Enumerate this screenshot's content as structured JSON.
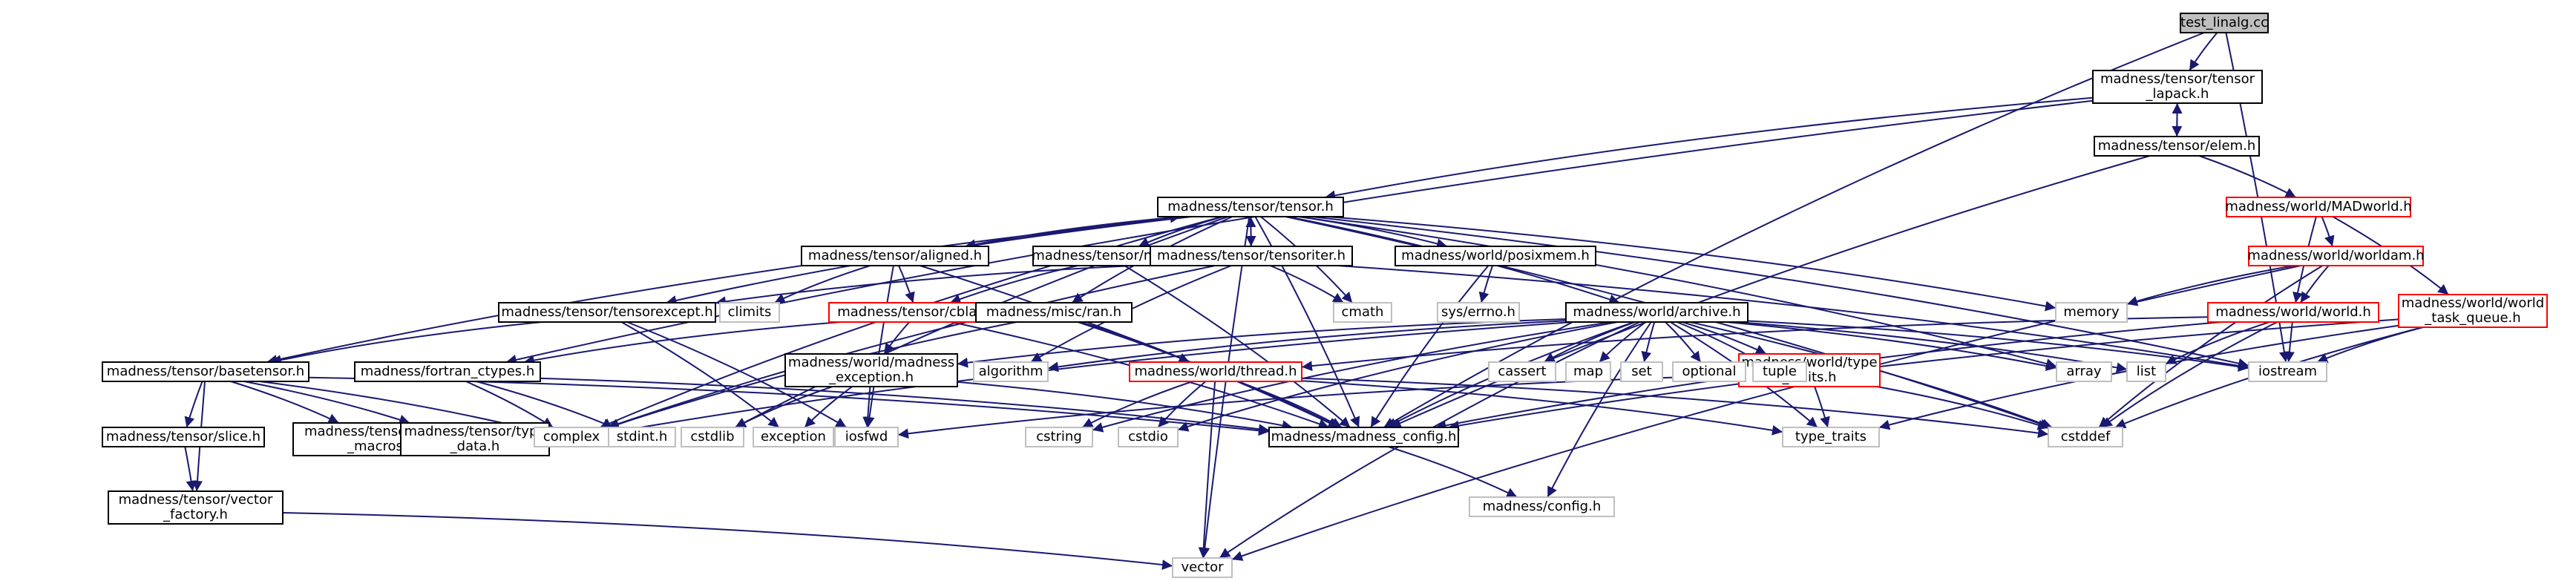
{
  "diagram": {
    "nodes": [
      {
        "id": "root",
        "lines": [
          "test_linalg.cc"
        ],
        "style": "root"
      },
      {
        "id": "tensor_lapack",
        "lines": [
          "madness/tensor/tensor",
          "_lapack.h"
        ],
        "style": "normal"
      },
      {
        "id": "elem",
        "lines": [
          "madness/tensor/elem.h"
        ],
        "style": "normal"
      },
      {
        "id": "tensor",
        "lines": [
          "madness/tensor/tensor.h"
        ],
        "style": "normal"
      },
      {
        "id": "madworld",
        "lines": [
          "madness/world/MADworld.h"
        ],
        "style": "red"
      },
      {
        "id": "worldam",
        "lines": [
          "madness/world/worldam.h"
        ],
        "style": "red"
      },
      {
        "id": "world",
        "lines": [
          "madness/world/world.h"
        ],
        "style": "red"
      },
      {
        "id": "worldtask",
        "lines": [
          "madness/world/world",
          "_task_queue.h"
        ],
        "style": "red"
      },
      {
        "id": "aligned",
        "lines": [
          "madness/tensor/aligned.h"
        ],
        "style": "normal"
      },
      {
        "id": "mxm",
        "lines": [
          "madness/tensor/mxm.h"
        ],
        "style": "normal"
      },
      {
        "id": "tensoriter",
        "lines": [
          "madness/tensor/tensoriter.h"
        ],
        "style": "normal"
      },
      {
        "id": "posixmem",
        "lines": [
          "madness/world/posixmem.h"
        ],
        "style": "normal"
      },
      {
        "id": "tensorexcept",
        "lines": [
          "madness/tensor/tensorexcept.h"
        ],
        "style": "normal"
      },
      {
        "id": "cblas",
        "lines": [
          "madness/tensor/cblas.h"
        ],
        "style": "red"
      },
      {
        "id": "ran",
        "lines": [
          "madness/misc/ran.h"
        ],
        "style": "normal"
      },
      {
        "id": "archive",
        "lines": [
          "madness/world/archive.h"
        ],
        "style": "normal"
      },
      {
        "id": "basetensor",
        "lines": [
          "madness/tensor/basetensor.h"
        ],
        "style": "normal"
      },
      {
        "id": "fortran",
        "lines": [
          "madness/fortran_ctypes.h"
        ],
        "style": "normal"
      },
      {
        "id": "mexception",
        "lines": [
          "madness/world/madness",
          "_exception.h"
        ],
        "style": "normal"
      },
      {
        "id": "thread",
        "lines": [
          "madness/world/thread.h"
        ],
        "style": "red"
      },
      {
        "id": "typetraits_h",
        "lines": [
          "madness/world/type",
          "_traits.h"
        ],
        "style": "red"
      },
      {
        "id": "slice",
        "lines": [
          "madness/tensor/slice.h"
        ],
        "style": "normal"
      },
      {
        "id": "tmacros",
        "lines": [
          "madness/tensor/tensor",
          "_macros.h"
        ],
        "style": "normal"
      },
      {
        "id": "typedata",
        "lines": [
          "madness/tensor/type",
          "_data.h"
        ],
        "style": "normal"
      },
      {
        "id": "vfactory",
        "lines": [
          "madness/tensor/vector",
          "_factory.h"
        ],
        "style": "normal"
      },
      {
        "id": "mconfig",
        "lines": [
          "madness/madness_config.h"
        ],
        "style": "normal"
      },
      {
        "id": "config",
        "lines": [
          "madness/config.h"
        ],
        "style": "gray"
      },
      {
        "id": "vector",
        "lines": [
          "vector"
        ],
        "style": "gray"
      },
      {
        "id": "memory",
        "lines": [
          "memory"
        ],
        "style": "gray"
      },
      {
        "id": "sys_errno",
        "lines": [
          "sys/errno.h"
        ],
        "style": "gray"
      },
      {
        "id": "climits",
        "lines": [
          "climits"
        ],
        "style": "gray"
      },
      {
        "id": "cmath",
        "lines": [
          "cmath"
        ],
        "style": "gray"
      },
      {
        "id": "algorithm",
        "lines": [
          "algorithm"
        ],
        "style": "gray"
      },
      {
        "id": "cassert",
        "lines": [
          "cassert"
        ],
        "style": "gray"
      },
      {
        "id": "map",
        "lines": [
          "map"
        ],
        "style": "gray"
      },
      {
        "id": "set",
        "lines": [
          "set"
        ],
        "style": "gray"
      },
      {
        "id": "optional",
        "lines": [
          "optional"
        ],
        "style": "gray"
      },
      {
        "id": "tuple",
        "lines": [
          "tuple"
        ],
        "style": "gray"
      },
      {
        "id": "array",
        "lines": [
          "array"
        ],
        "style": "gray"
      },
      {
        "id": "list",
        "lines": [
          "list"
        ],
        "style": "gray"
      },
      {
        "id": "iostream",
        "lines": [
          "iostream"
        ],
        "style": "gray"
      },
      {
        "id": "complex",
        "lines": [
          "complex"
        ],
        "style": "gray"
      },
      {
        "id": "stdint",
        "lines": [
          "stdint.h"
        ],
        "style": "gray"
      },
      {
        "id": "cstdlib",
        "lines": [
          "cstdlib"
        ],
        "style": "gray"
      },
      {
        "id": "exception",
        "lines": [
          "exception"
        ],
        "style": "gray"
      },
      {
        "id": "iosfwd",
        "lines": [
          "iosfwd"
        ],
        "style": "gray"
      },
      {
        "id": "cstring",
        "lines": [
          "cstring"
        ],
        "style": "gray"
      },
      {
        "id": "cstdio",
        "lines": [
          "cstdio"
        ],
        "style": "gray"
      },
      {
        "id": "type_traits",
        "lines": [
          "type_traits"
        ],
        "style": "gray"
      },
      {
        "id": "cstddef",
        "lines": [
          "cstddef"
        ],
        "style": "gray"
      }
    ],
    "edges": [
      [
        "root",
        "tensor_lapack"
      ],
      [
        "root",
        "mconfig"
      ],
      [
        "root",
        "iostream"
      ],
      [
        "tensor_lapack",
        "elem"
      ],
      [
        "tensor_lapack",
        "tensor"
      ],
      [
        "tensor_lapack",
        "fortran"
      ],
      [
        "elem",
        "tensor_lapack"
      ],
      [
        "elem",
        "madworld"
      ],
      [
        "elem",
        "mconfig"
      ],
      [
        "madworld",
        "worldam"
      ],
      [
        "madworld",
        "world"
      ],
      [
        "madworld",
        "worldtask"
      ],
      [
        "worldam",
        "memory"
      ],
      [
        "worldam",
        "world"
      ],
      [
        "worldam",
        "cstddef"
      ],
      [
        "worldam",
        "vector"
      ],
      [
        "world",
        "list"
      ],
      [
        "world",
        "iostream"
      ],
      [
        "world",
        "mconfig"
      ],
      [
        "world",
        "thread"
      ],
      [
        "world",
        "cstddef"
      ],
      [
        "worldtask",
        "iostream"
      ],
      [
        "worldtask",
        "type_traits"
      ],
      [
        "worldtask",
        "mconfig"
      ],
      [
        "worldtask",
        "cstddef"
      ],
      [
        "tensor",
        "aligned"
      ],
      [
        "tensor",
        "mxm"
      ],
      [
        "tensor",
        "tensoriter"
      ],
      [
        "tensor",
        "posixmem"
      ],
      [
        "tensor",
        "ran"
      ],
      [
        "tensor",
        "archive"
      ],
      [
        "tensor",
        "tensorexcept"
      ],
      [
        "tensor",
        "basetensor"
      ],
      [
        "tensor",
        "memory"
      ],
      [
        "tensor",
        "cmath"
      ],
      [
        "tensor",
        "mconfig"
      ],
      [
        "tensor",
        "vector"
      ],
      [
        "tensor",
        "array"
      ],
      [
        "tensor",
        "iostream"
      ],
      [
        "tensor",
        "complex"
      ],
      [
        "tensor",
        "cstdlib"
      ],
      [
        "tensor",
        "cstddef"
      ],
      [
        "aligned",
        "tensor"
      ],
      [
        "aligned",
        "climits"
      ],
      [
        "aligned",
        "cblas"
      ],
      [
        "aligned",
        "mconfig"
      ],
      [
        "aligned",
        "iosfwd"
      ],
      [
        "mxm",
        "cblas"
      ],
      [
        "mxm",
        "mconfig"
      ],
      [
        "tensoriter",
        "tensor"
      ],
      [
        "tensoriter",
        "tensorexcept"
      ],
      [
        "tensoriter",
        "cmath"
      ],
      [
        "tensoriter",
        "algorithm"
      ],
      [
        "tensoriter",
        "iostream"
      ],
      [
        "tensoriter",
        "complex"
      ],
      [
        "posixmem",
        "sys_errno"
      ],
      [
        "posixmem",
        "mconfig"
      ],
      [
        "cblas",
        "fortran"
      ],
      [
        "cblas",
        "mexception"
      ],
      [
        "cblas",
        "mconfig"
      ],
      [
        "ran",
        "thread"
      ],
      [
        "ran",
        "mconfig"
      ],
      [
        "ran",
        "complex"
      ],
      [
        "archive",
        "algorithm"
      ],
      [
        "archive",
        "cassert"
      ],
      [
        "archive",
        "map"
      ],
      [
        "archive",
        "set"
      ],
      [
        "archive",
        "optional"
      ],
      [
        "archive",
        "tuple"
      ],
      [
        "archive",
        "array"
      ],
      [
        "archive",
        "list"
      ],
      [
        "archive",
        "iostream"
      ],
      [
        "archive",
        "complex"
      ],
      [
        "archive",
        "cstring"
      ],
      [
        "archive",
        "cstdio"
      ],
      [
        "archive",
        "mexception"
      ],
      [
        "archive",
        "typetraits_h"
      ],
      [
        "archive",
        "type_traits"
      ],
      [
        "archive",
        "cstddef"
      ],
      [
        "archive",
        "mconfig"
      ],
      [
        "archive",
        "config"
      ],
      [
        "archive",
        "vector"
      ],
      [
        "tensorexcept",
        "basetensor"
      ],
      [
        "tensorexcept",
        "exception"
      ],
      [
        "tensorexcept",
        "iosfwd"
      ],
      [
        "basetensor",
        "slice"
      ],
      [
        "basetensor",
        "tmacros"
      ],
      [
        "basetensor",
        "typedata"
      ],
      [
        "basetensor",
        "vfactory"
      ],
      [
        "basetensor",
        "complex"
      ],
      [
        "basetensor",
        "mconfig"
      ],
      [
        "fortran",
        "complex"
      ],
      [
        "fortran",
        "stdint"
      ],
      [
        "fortran",
        "mconfig"
      ],
      [
        "mexception",
        "cstdlib"
      ],
      [
        "mexception",
        "exception"
      ],
      [
        "mexception",
        "iosfwd"
      ],
      [
        "mexception",
        "mconfig"
      ],
      [
        "thread",
        "cstring"
      ],
      [
        "thread",
        "cstdio"
      ],
      [
        "thread",
        "mconfig"
      ],
      [
        "thread",
        "vector"
      ],
      [
        "thread",
        "type_traits"
      ],
      [
        "thread",
        "cstddef"
      ],
      [
        "typetraits_h",
        "type_traits"
      ],
      [
        "typetraits_h",
        "cstddef"
      ],
      [
        "typetraits_h",
        "iosfwd"
      ],
      [
        "slice",
        "vfactory"
      ],
      [
        "vfactory",
        "vector"
      ],
      [
        "mconfig",
        "config"
      ]
    ]
  }
}
